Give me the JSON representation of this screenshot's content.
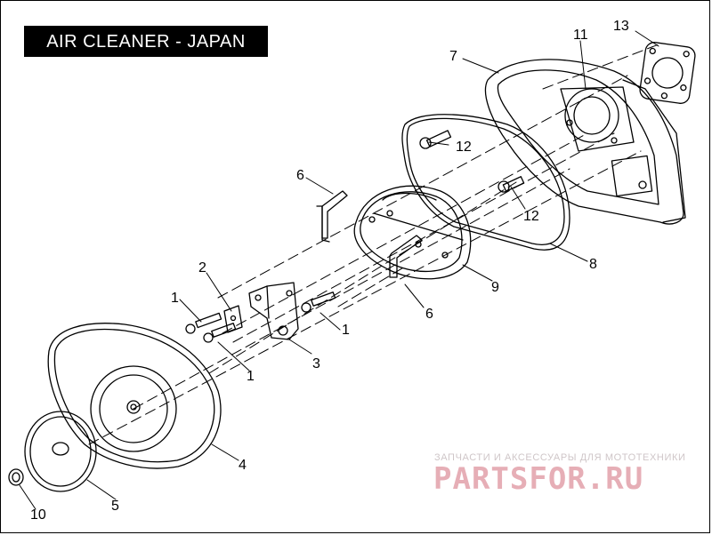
{
  "title": "AIR CLEANER - JAPAN",
  "callouts": {
    "c1a": "1",
    "c1b": "1",
    "c1c": "1",
    "c2": "2",
    "c3": "3",
    "c4": "4",
    "c5": "5",
    "c6a": "6",
    "c6b": "6",
    "c7": "7",
    "c8": "8",
    "c9": "9",
    "c10": "10",
    "c11": "11",
    "c12a": "12",
    "c12b": "12",
    "c13": "13"
  },
  "watermark": {
    "tagline": "ЗАПЧАСТИ И АКСЕССУАРЫ ДЛЯ МОТОТЕХНИКИ",
    "brand": "PARTSFOR.RU"
  }
}
